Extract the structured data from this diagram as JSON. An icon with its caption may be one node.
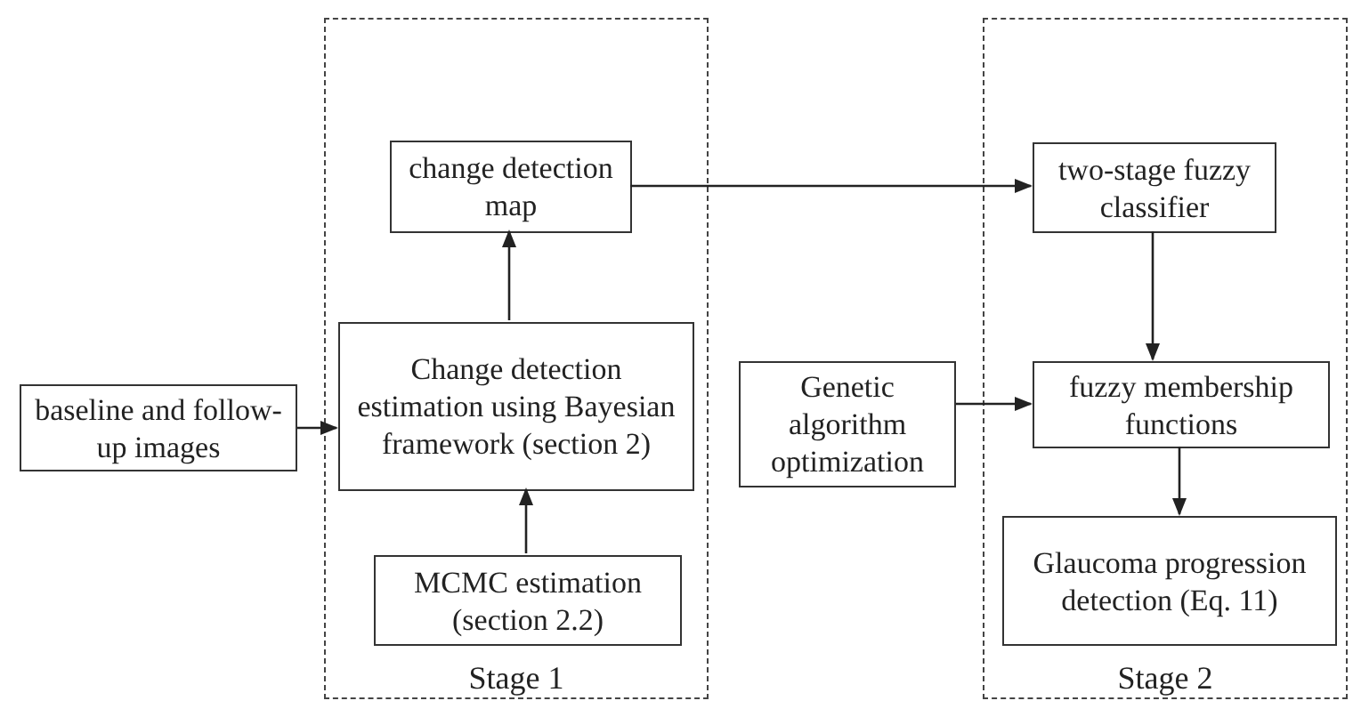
{
  "diagram": {
    "nodes": [
      {
        "text": [
          "Stage 1"
        ]
      },
      {
        "text": [
          "change detection map"
        ],
        "in": 0
      },
      {
        "text": [
          "Change detection estimation using Bayesian framework (section 2)"
        ],
        "in": 0
      },
      {
        "text": [
          "MCMC estimation (section 2.2)"
        ],
        "in": 0
      },
      {
        "text": [
          "Stage 2"
        ]
      },
      {
        "text": [
          "two-stage fuzzy classifier"
        ],
        "in": 4
      },
      {
        "text": [
          "fuzzy membership functions"
        ],
        "in": 4
      },
      {
        "text": [
          "Glaucoma progression detection (Eq. 11)"
        ],
        "in": 4
      },
      {
        "text": [
          "baseline and follow-up images"
        ]
      },
      {
        "text": [
          "Genetic algorithm optimization"
        ]
      }
    ],
    "edges": [
      {
        "from": 8,
        "to": 2,
        "arrow": "to"
      },
      {
        "from": 3,
        "to": 2,
        "arrow": "to"
      },
      {
        "from": 2,
        "to": 1,
        "arrow": "to"
      },
      {
        "from": 1,
        "to": 5,
        "arrow": "to"
      },
      {
        "from": 5,
        "to": 6,
        "arrow": "to"
      },
      {
        "from": 9,
        "to": 6,
        "arrow": "to"
      },
      {
        "from": 6,
        "to": 7,
        "arrow": "to"
      }
    ]
  }
}
